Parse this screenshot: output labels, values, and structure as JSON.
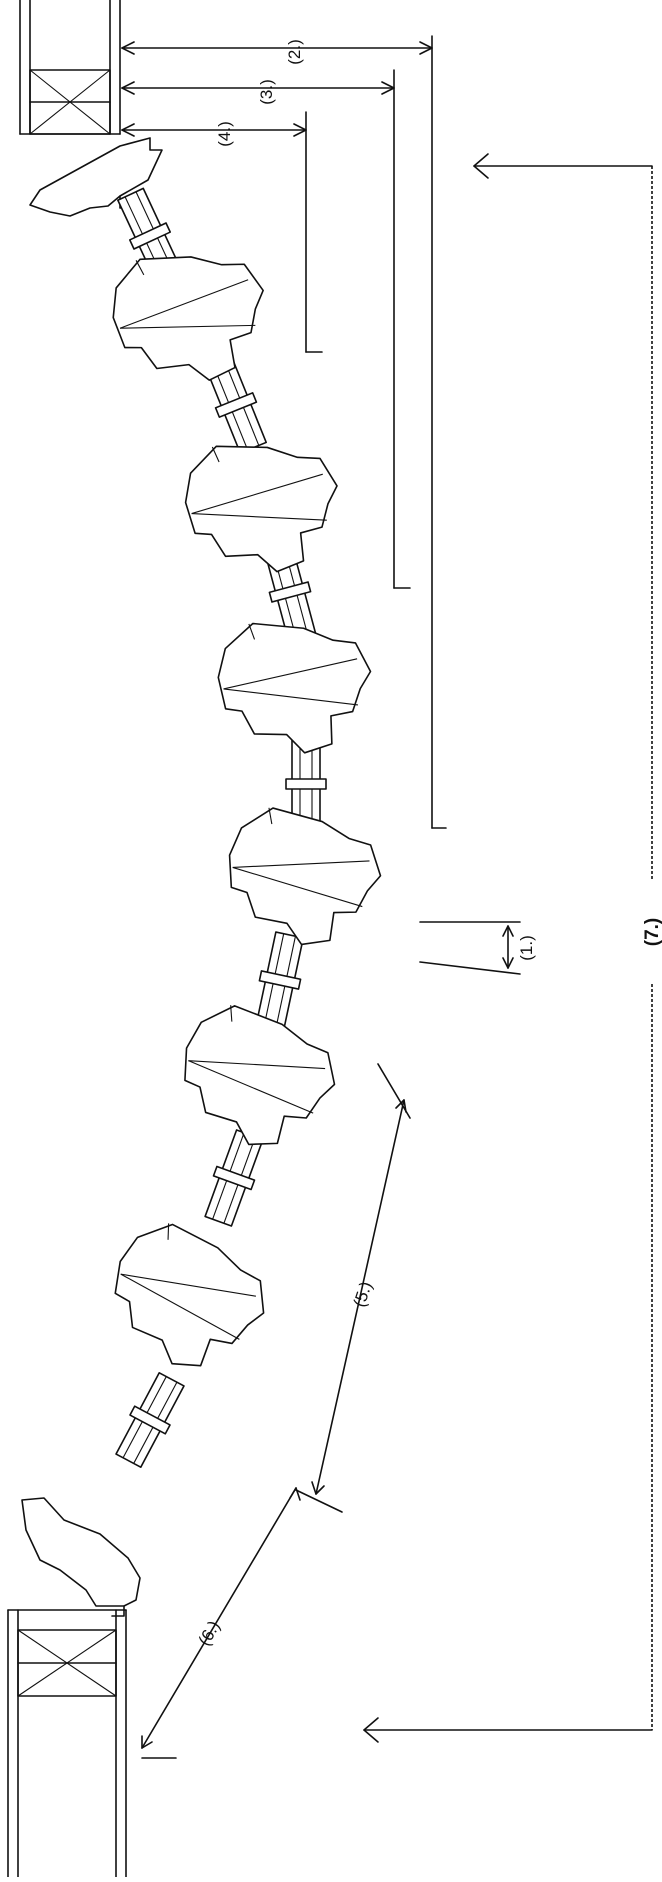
{
  "diagram": {
    "labels": {
      "angle": "(1.)",
      "offset_outer": "(2.)",
      "offset_middle": "(3.)",
      "offset_inner": "(4.)",
      "segment_length": "(5.)",
      "end_segment_length": "(6.)",
      "total_span": "(7.)"
    }
  }
}
